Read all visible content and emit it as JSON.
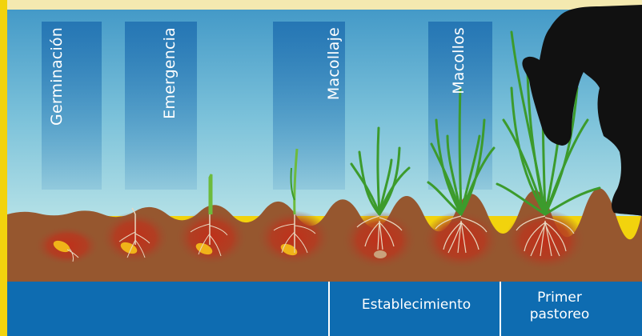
{
  "stages": [
    {
      "label": "Germinación"
    },
    {
      "label": "Emergencia"
    },
    {
      "label": "Macollaje"
    },
    {
      "label": "Macollos"
    }
  ],
  "band": {
    "establishment": "Establecimiento",
    "first_grazing": "Primer pastoreo"
  },
  "colors": {
    "frame": "#f2d30d",
    "sky_top": "#3f96c6",
    "sky_bottom": "#a8dbe4",
    "soil": "#96572f",
    "band": "#0e6cb1",
    "grass": "#3c9b2c",
    "seed": "#f0b319",
    "root_glow": "#c23a1c",
    "silhouette": "#111111"
  }
}
